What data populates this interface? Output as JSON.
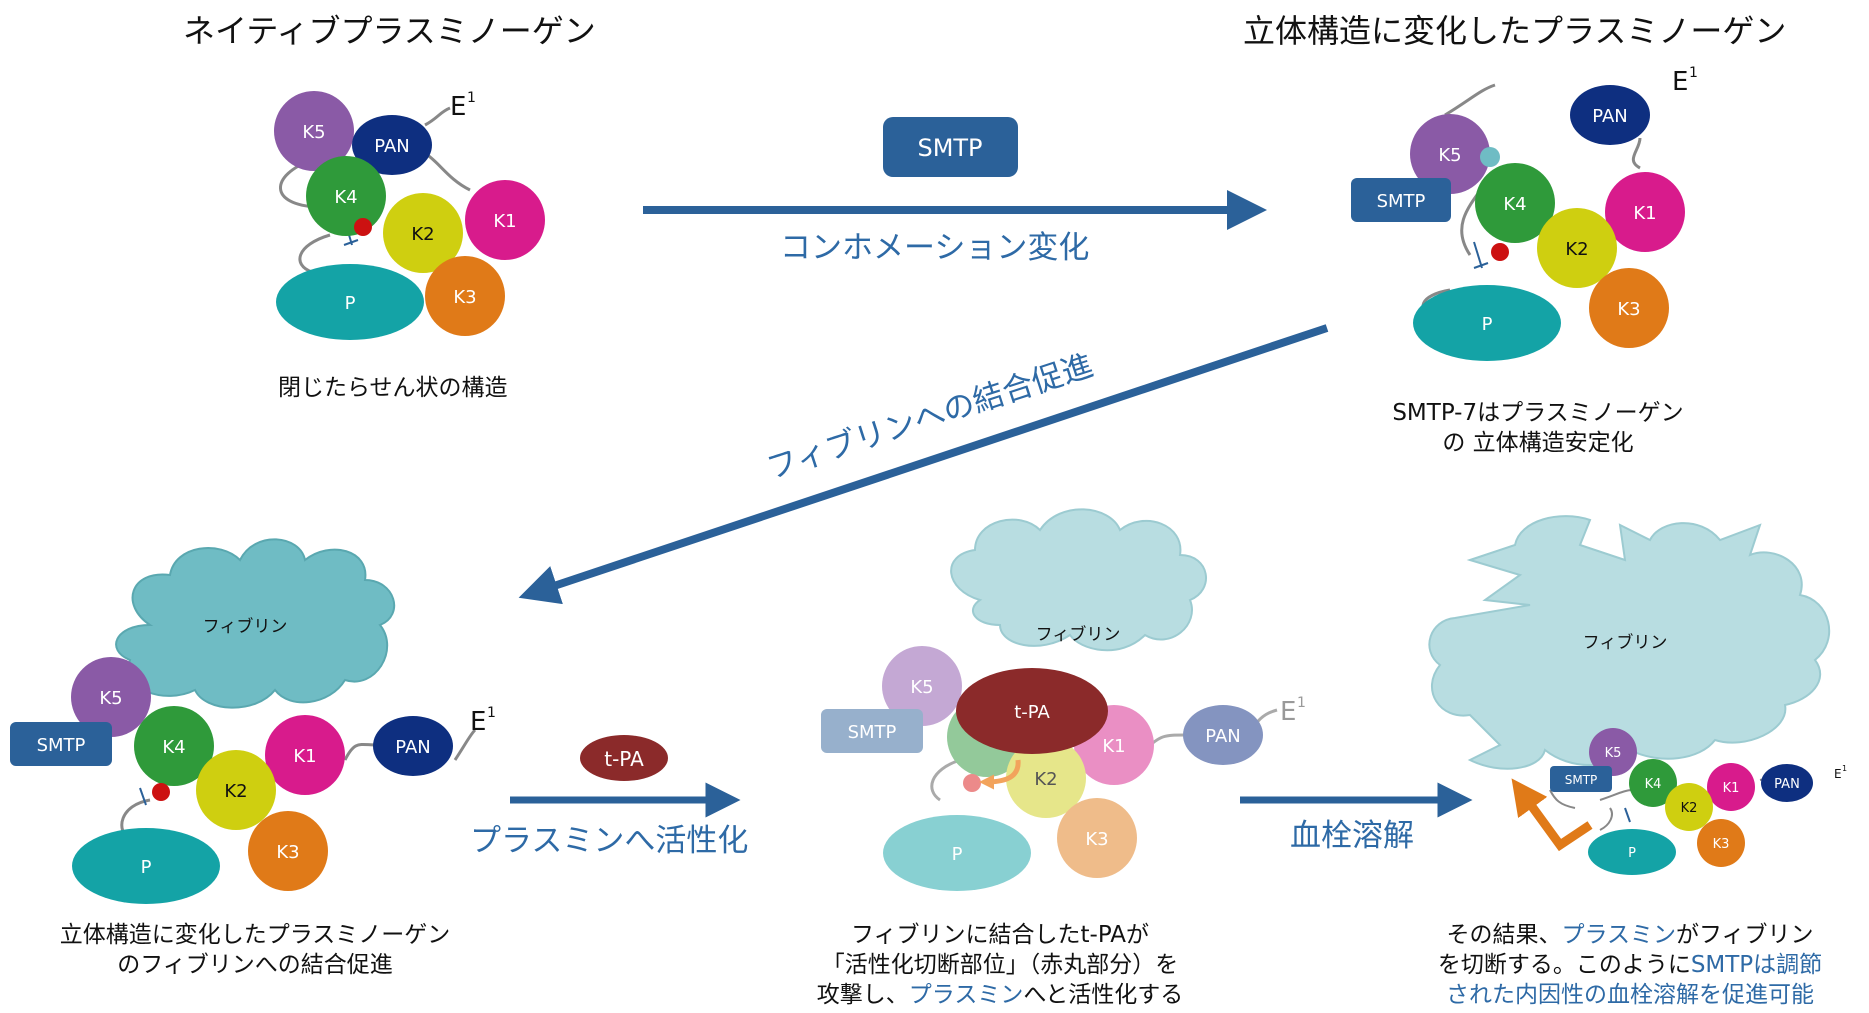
{
  "titles": {
    "native": "ネイティブプラスミノーゲン",
    "changed": "立体構造に変化したプラスミノーゲン"
  },
  "captions": {
    "closed": "閉じたらせん状の構造",
    "smtp7_line1": "SMTP-7はプラスミノーゲン",
    "smtp7_line2": "の 立体構造安定化",
    "fibrin_bind_line1": "立体構造に変化したプラスミノーゲン",
    "fibrin_bind_line2": "のフィブリンへの結合促進",
    "tpa_line1": "フィブリンに結合したt-PAが",
    "tpa_line2": "「活性化切断部位」（赤丸部分）を",
    "tpa_line3_a": "攻撃し、",
    "tpa_line3_b": "プラスミン",
    "tpa_line3_c": "へと活性化する",
    "result_line1_a": "その結果、",
    "result_line1_b": "プラスミン",
    "result_line1_c": "がフィブリン",
    "result_line2_a": "を切断する。このように",
    "result_line2_b": "SMTPは調節",
    "result_line3": "された内因性の血栓溶解を促進可能"
  },
  "arrows": {
    "conformation": "コンホメーション変化",
    "fibrin_binding": "フィブリンへの結合促進",
    "activation": "プラスミンへ活性化",
    "thrombolysis": "血栓溶解"
  },
  "labels": {
    "smtp": "SMTP",
    "tpa": "t-PA",
    "fibrin": "フィブリン",
    "k1": "K1",
    "k2": "K2",
    "k3": "K3",
    "k4": "K4",
    "k5": "K5",
    "pan": "PAN",
    "p": "P",
    "e": "E",
    "e_sup": "1"
  },
  "colors": {
    "k5": "#8a5aa6",
    "pan": "#0e2f80",
    "k4": "#2f9a3a",
    "k2": "#cfcf10",
    "k1": "#d81b8c",
    "k3": "#e07a18",
    "p": "#14a3a6",
    "smtp": "#2b6199",
    "tpa": "#8b2a2a",
    "arrow": "#2b6199",
    "fibrin": "#6fbcc4",
    "site": "#cc1111"
  }
}
